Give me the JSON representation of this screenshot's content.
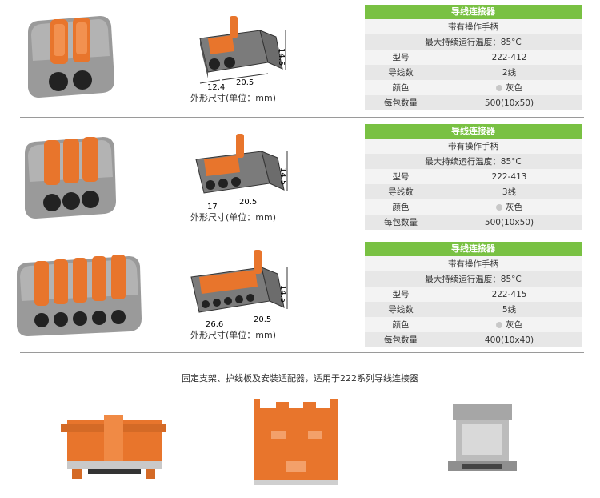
{
  "products": [
    {
      "header": "导线连接器",
      "handle": "带有操作手柄",
      "temp": "最大持续运行温度：85°C",
      "rows": [
        {
          "k": "型号",
          "v": "222-412"
        },
        {
          "k": "导线数",
          "v": "2线"
        },
        {
          "k": "颜色",
          "v": "灰色"
        },
        {
          "k": "每包数量",
          "v": "500(10x50)"
        }
      ],
      "dims": {
        "d1": "12.4",
        "d2": "20.5",
        "d3": "14.5"
      },
      "caption": "外形尺寸(单位：mm)",
      "levers": 2
    },
    {
      "header": "导线连接器",
      "handle": "带有操作手柄",
      "temp": "最大持续运行温度：85°C",
      "rows": [
        {
          "k": "型号",
          "v": "222-413"
        },
        {
          "k": "导线数",
          "v": "3线"
        },
        {
          "k": "颜色",
          "v": "灰色"
        },
        {
          "k": "每包数量",
          "v": "500(10x50)"
        }
      ],
      "dims": {
        "d1": "17",
        "d2": "20.5",
        "d3": "14.5"
      },
      "caption": "外形尺寸(单位：mm)",
      "levers": 3
    },
    {
      "header": "导线连接器",
      "handle": "带有操作手柄",
      "temp": "最大持续运行温度：85°C",
      "rows": [
        {
          "k": "型号",
          "v": "222-415"
        },
        {
          "k": "导线数",
          "v": "5线"
        },
        {
          "k": "颜色",
          "v": "灰色"
        },
        {
          "k": "每包数量",
          "v": "400(10x40)"
        }
      ],
      "dims": {
        "d1": "26.6",
        "d2": "20.5",
        "d3": "14.5"
      },
      "caption": "外形尺寸(单位：mm)",
      "levers": 5
    }
  ],
  "accessories_caption": "固定支架、护线板及安装适配器，适用于222系列导线连接器",
  "colors": {
    "green": "#79c143",
    "orange": "#e8752c",
    "gray": "#8a8a8a"
  }
}
